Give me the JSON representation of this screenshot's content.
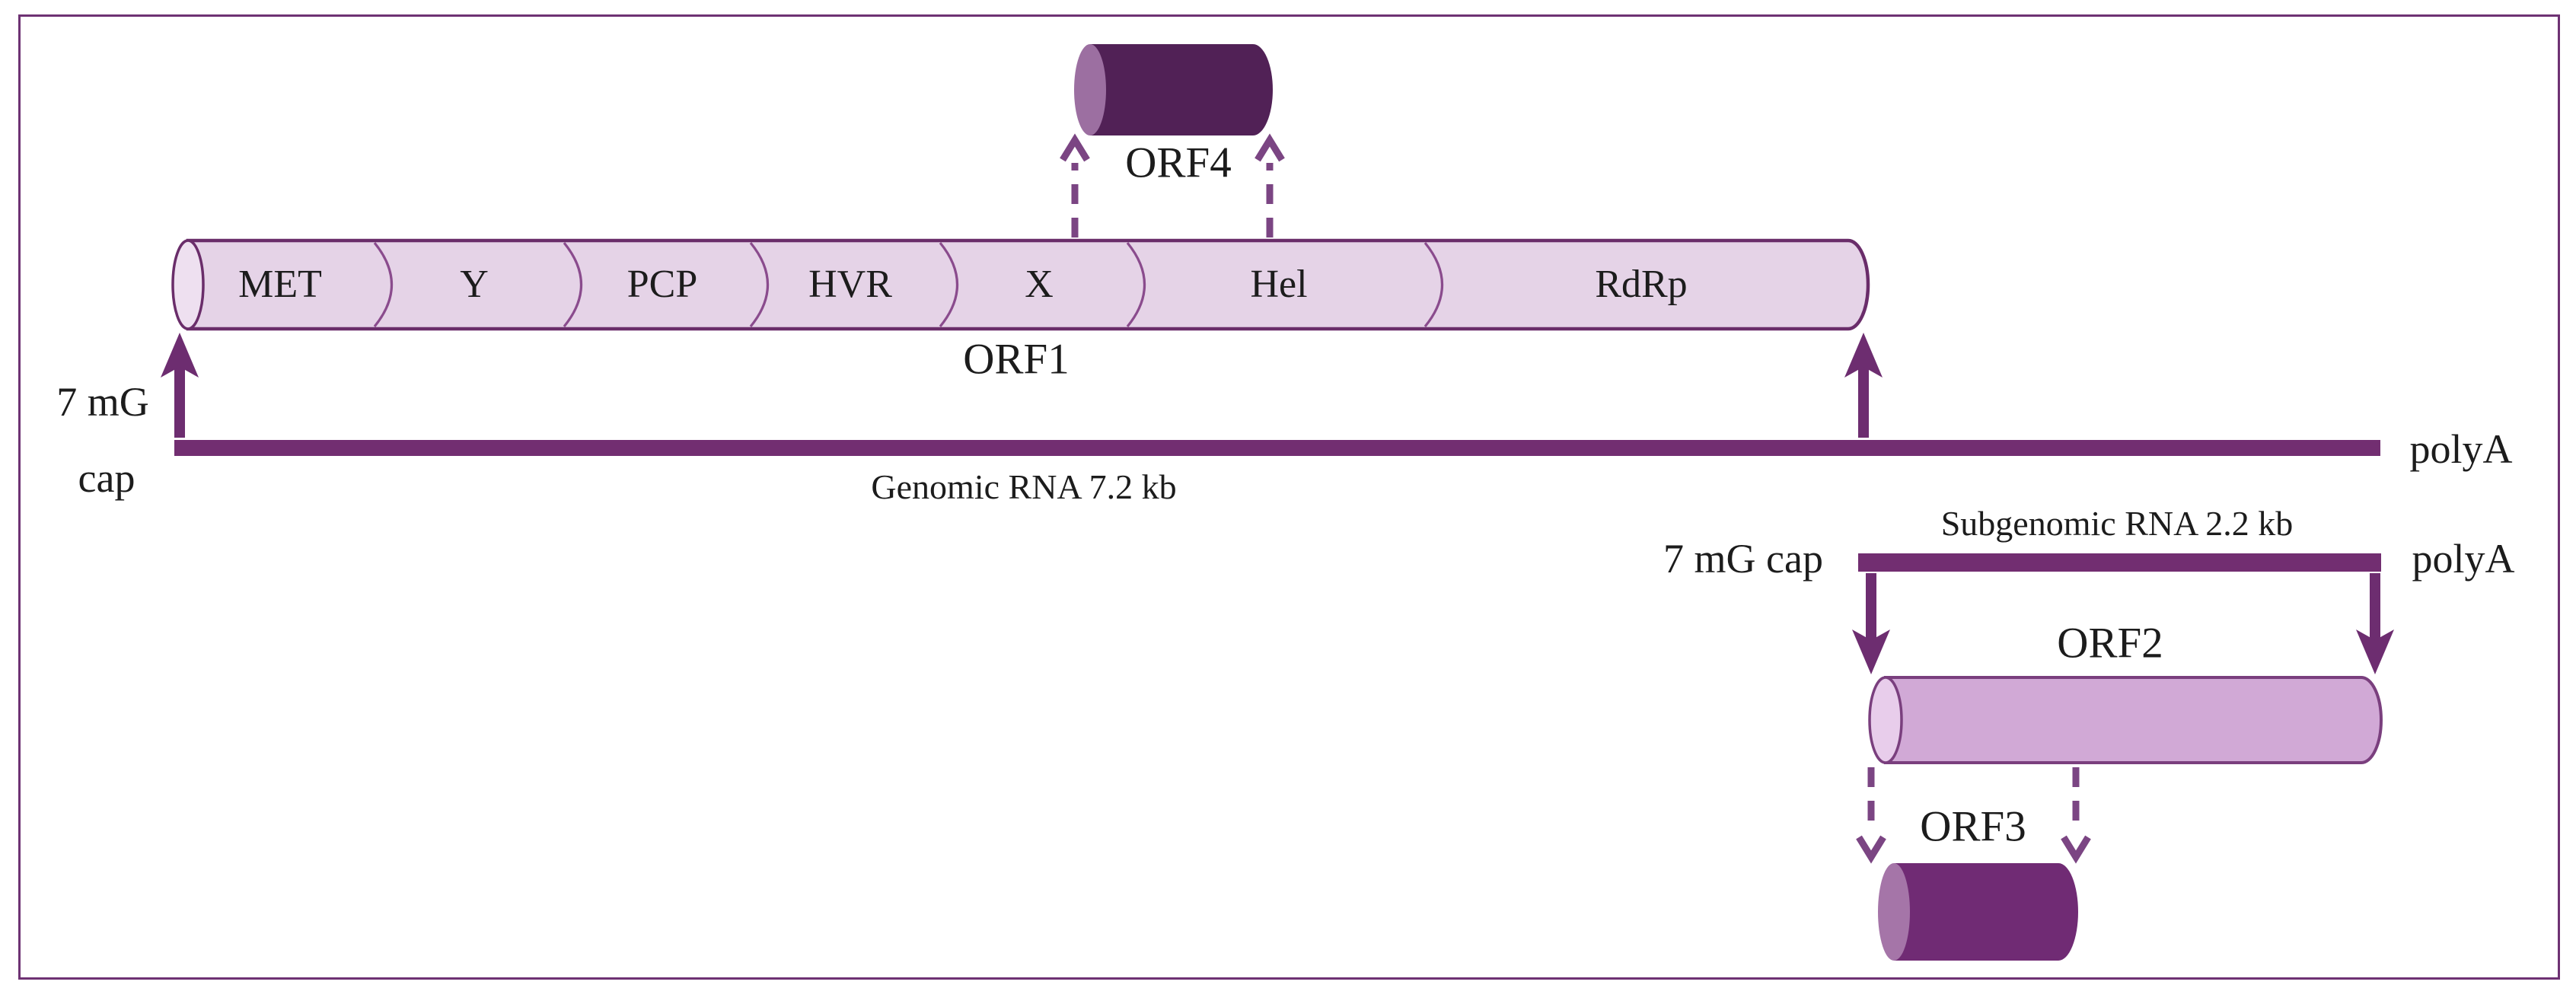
{
  "diagram": {
    "description": "HEV genome organization diagram",
    "orf1": {
      "label": "ORF1",
      "segments": [
        "MET",
        "Y",
        "PCP",
        "HVR",
        "X",
        "Hel",
        "RdRp"
      ]
    },
    "orf2": {
      "label": "ORF2"
    },
    "orf3": {
      "label": "ORF3"
    },
    "orf4": {
      "label": "ORF4"
    },
    "genomic_rna": {
      "cap_line1": "7 mG",
      "cap_line2": "cap",
      "label": "Genomic RNA 7.2 kb",
      "polya": "polyA"
    },
    "subgenomic_rna": {
      "cap": "7 mG cap",
      "label": "Subgenomic RNA 2.2 kb",
      "polya": "polyA"
    },
    "colors": {
      "orf1_fill": "#e5d3e7",
      "orf1_cap_fill": "#eee0f0",
      "orf2_fill": "#d1a9d6",
      "or2_cap_fill": "#e8cdeb",
      "orf3_fill": "#702b74",
      "orf3_cap_fill": "#a575a8",
      "orf4_fill": "#512156",
      "orf4_cap_fill": "#9c6fa1",
      "rna_line": "#722e71",
      "cylinder_outline": "#6a2d6a",
      "solid_arrow": "#6d2d70",
      "dashed_arrow": "#7b4583",
      "frame_border": "#6e3273",
      "text": "#1c1c1c"
    }
  }
}
